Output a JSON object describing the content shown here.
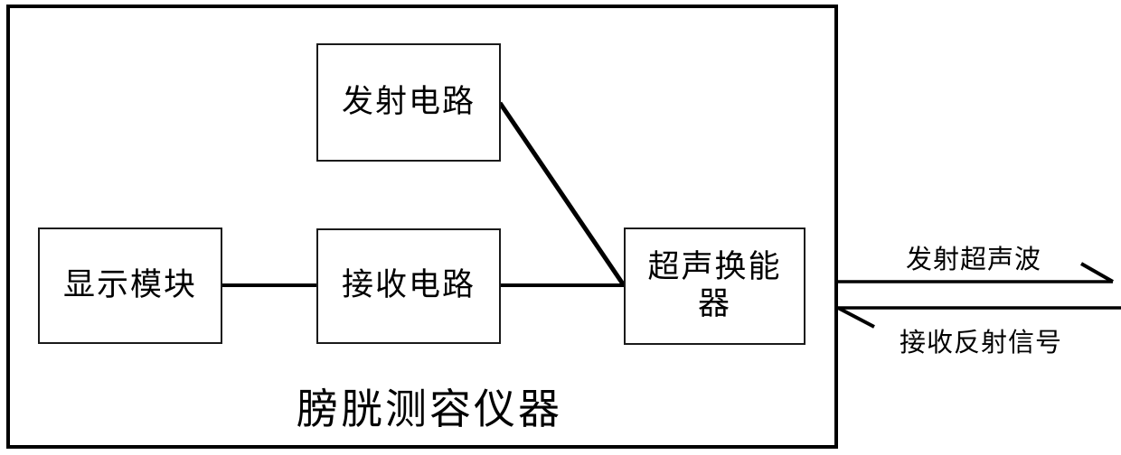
{
  "diagram": {
    "container_label": "膀胱测容仪器",
    "blocks": {
      "transmit_circuit": {
        "label": "发射电路"
      },
      "display_module": {
        "label": "显示模块"
      },
      "receive_circuit": {
        "label": "接收电路"
      },
      "ultrasonic_transducer": {
        "label": "超声换能器"
      }
    },
    "external_arrows": {
      "transmit": {
        "label": "发射超声波",
        "direction": "right"
      },
      "receive": {
        "label": "接收反射信号",
        "direction": "left"
      }
    },
    "colors": {
      "ink": "#000000",
      "background": "#ffffff"
    }
  }
}
